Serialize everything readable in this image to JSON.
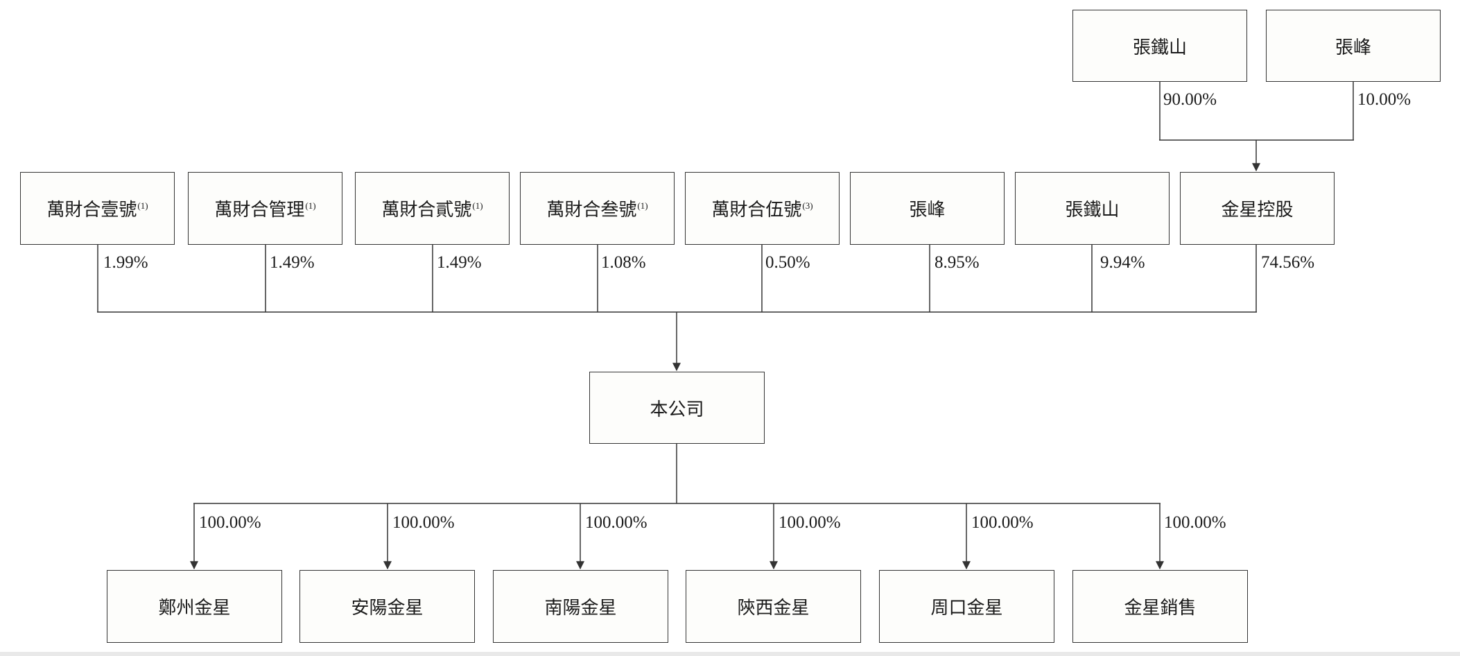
{
  "top_owners": [
    {
      "name": "張鐵山",
      "stake": "90.00%"
    },
    {
      "name": "張峰",
      "stake": "10.00%"
    }
  ],
  "shareholders": [
    {
      "name": "萬財合壹號",
      "note": "(1)",
      "stake": "1.99%"
    },
    {
      "name": "萬財合管理",
      "note": "(1)",
      "stake": "1.49%"
    },
    {
      "name": "萬財合貳號",
      "note": "(1)",
      "stake": "1.49%"
    },
    {
      "name": "萬財合叁號",
      "note": "(1)",
      "stake": "1.08%"
    },
    {
      "name": "萬財合伍號",
      "note": "(3)",
      "stake": "0.50%"
    },
    {
      "name": "張峰",
      "note": "",
      "stake": "8.95%"
    },
    {
      "name": "張鐵山",
      "note": "",
      "stake": "9.94%"
    },
    {
      "name": "金星控股",
      "note": "",
      "stake": "74.56%"
    }
  ],
  "company": {
    "name": "本公司"
  },
  "subsidiaries": [
    {
      "name": "鄭州金星",
      "stake": "100.00%"
    },
    {
      "name": "安陽金星",
      "stake": "100.00%"
    },
    {
      "name": "南陽金星",
      "stake": "100.00%"
    },
    {
      "name": "陝西金星",
      "stake": "100.00%"
    },
    {
      "name": "周口金星",
      "stake": "100.00%"
    },
    {
      "name": "金星銷售",
      "stake": "100.00%"
    }
  ]
}
